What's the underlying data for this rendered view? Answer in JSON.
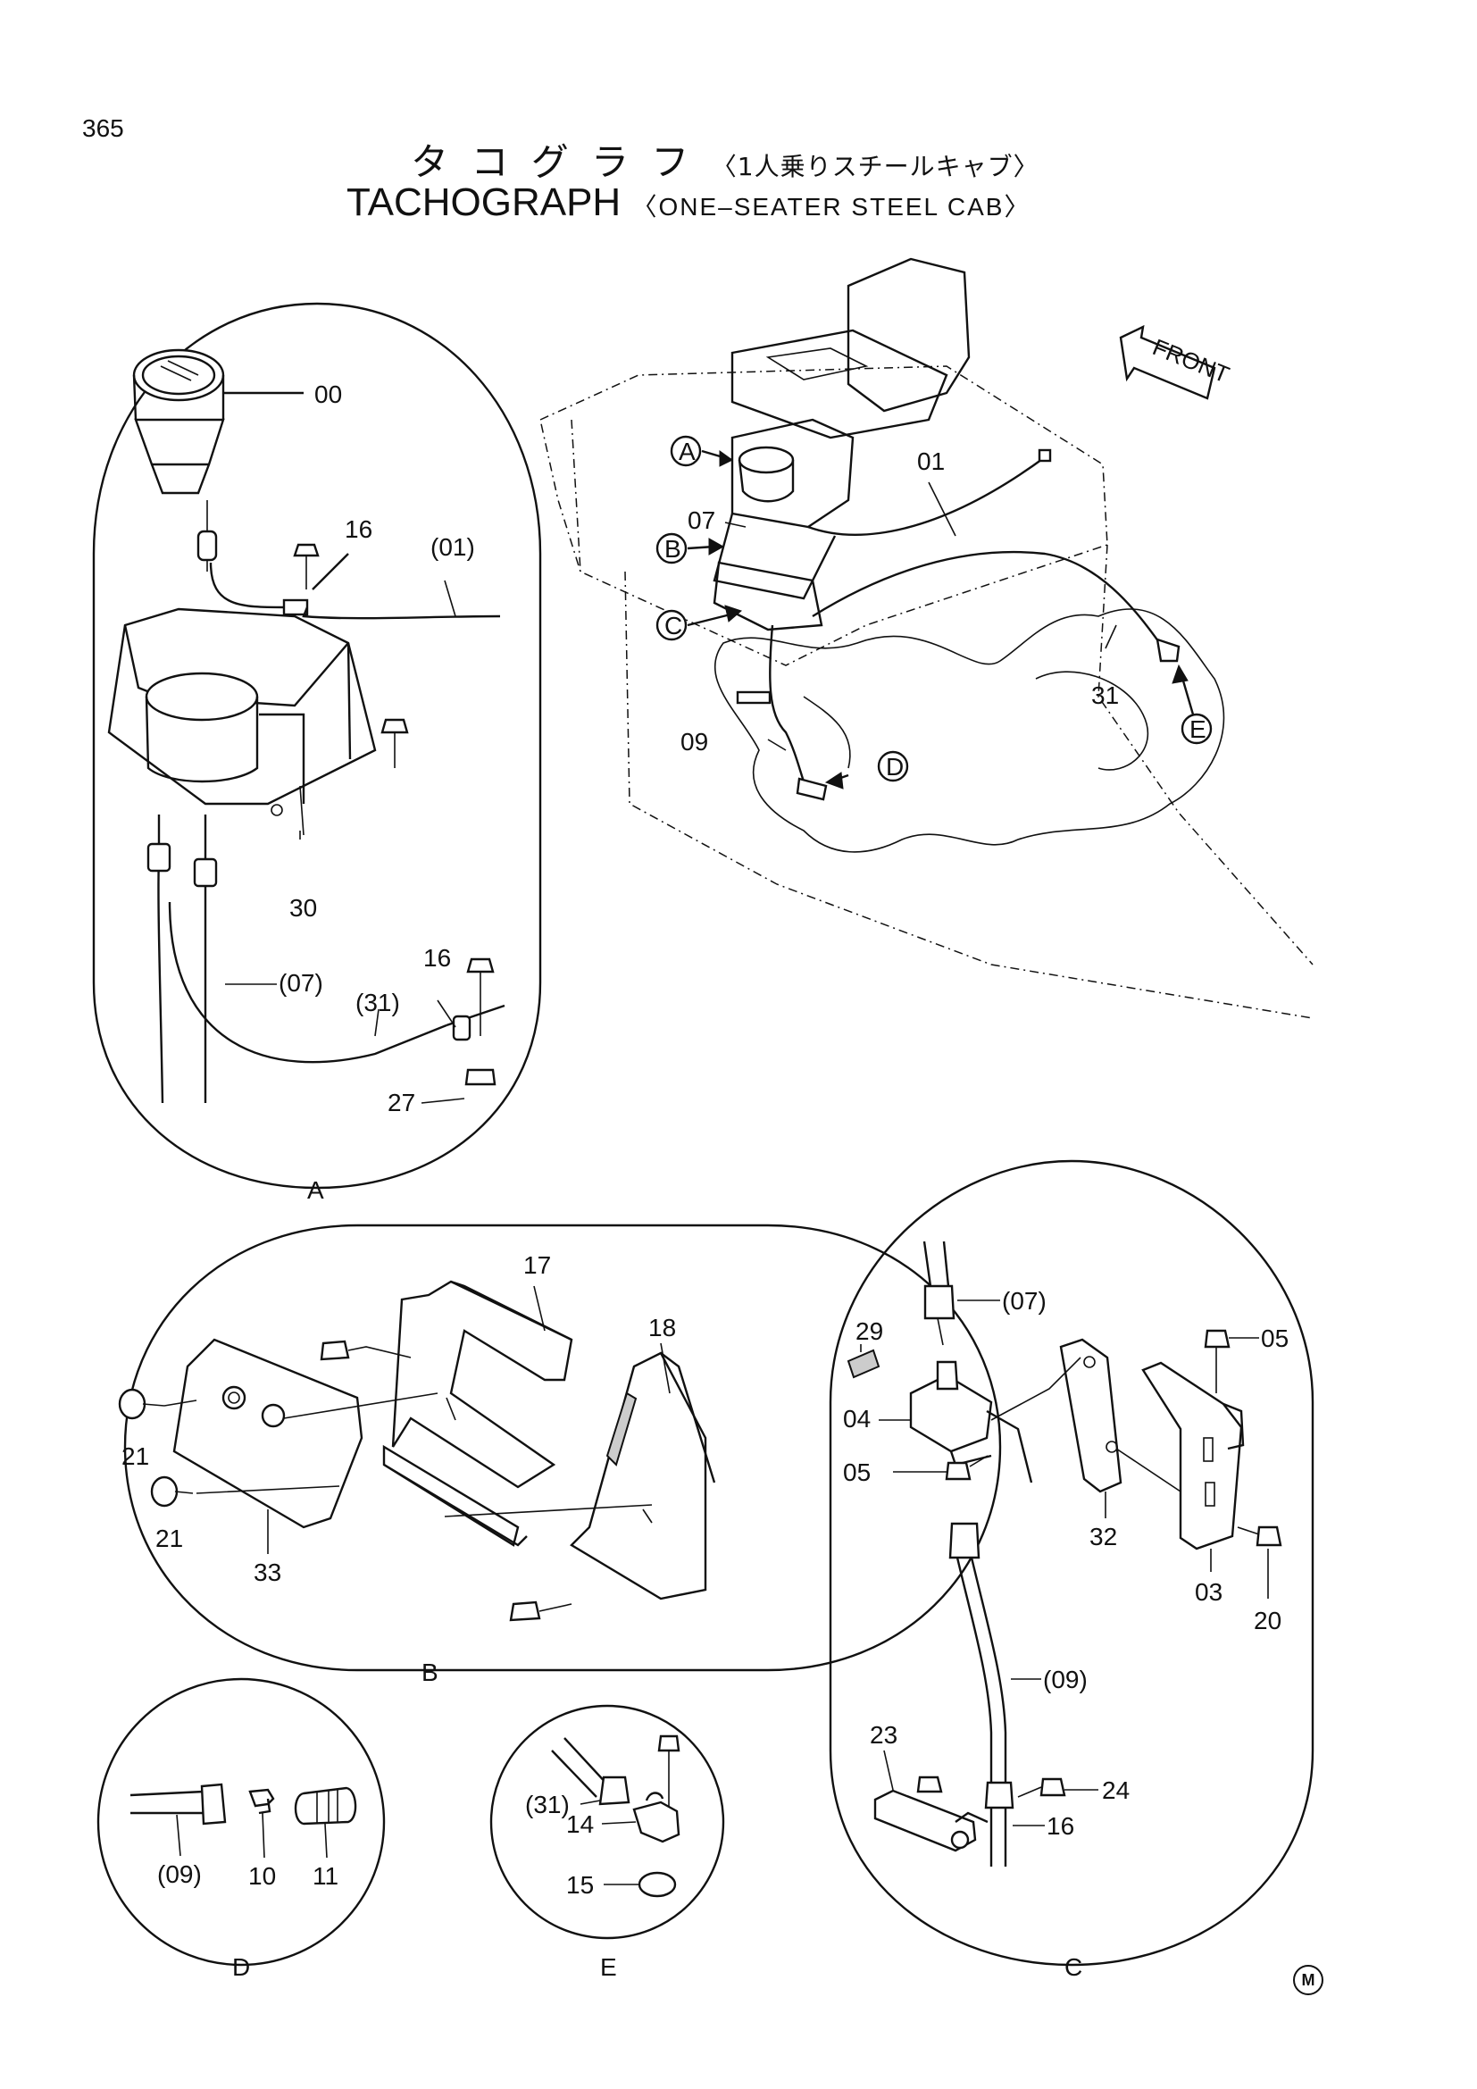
{
  "page_number": "365",
  "title_jp": "タ コ グ ラ フ",
  "subtitle_jp": "〈1人乗りスチールキャブ〉",
  "title_en": "TACHOGRAPH",
  "subtitle_en": "〈ONE–SEATER STEEL CAB〉",
  "front_label": "FRONT",
  "mark": "M",
  "overview": {
    "callouts": [
      "A",
      "B",
      "C",
      "D",
      "E"
    ],
    "parts": [
      "01",
      "07",
      "09",
      "31"
    ]
  },
  "detail_a": {
    "name": "A",
    "parts": [
      "00",
      "16",
      "(01)",
      "30",
      "(07)",
      "(31)",
      "16",
      "27"
    ]
  },
  "detail_b": {
    "name": "B",
    "parts": [
      "17",
      "18",
      "21",
      "21",
      "33"
    ]
  },
  "detail_c": {
    "name": "C",
    "parts": [
      "29",
      "(07)",
      "05",
      "04",
      "05",
      "32",
      "03",
      "20",
      "(09)",
      "23",
      "24",
      "16"
    ]
  },
  "detail_d": {
    "name": "D",
    "parts": [
      "(09)",
      "10",
      "11"
    ]
  },
  "detail_e": {
    "name": "E",
    "parts": [
      "(31)",
      "14",
      "15"
    ]
  }
}
